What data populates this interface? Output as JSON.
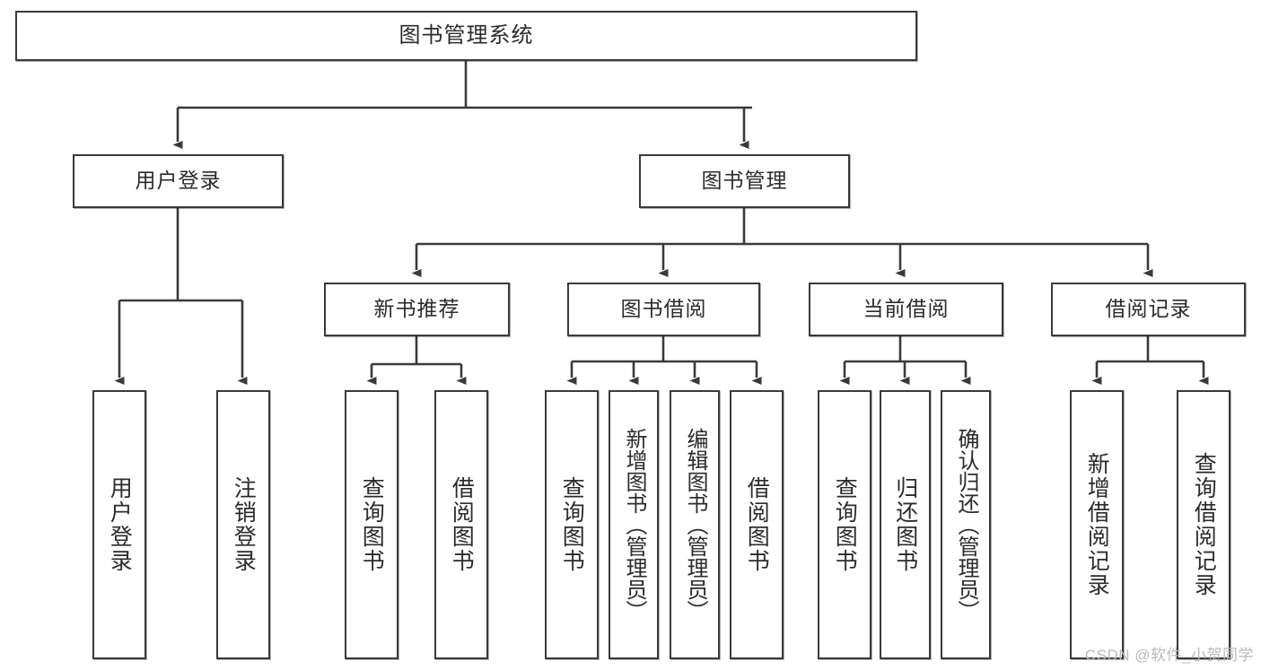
{
  "diagram": {
    "type": "tree-hierarchy",
    "title": "图书管理系统",
    "watermark": "CSDN @软件_小贺同学",
    "colors": {
      "box_border": "#3a3a3a",
      "box_fill": "#ffffff",
      "edge": "#3a3a3a",
      "text": "#2b2b2b",
      "watermark": "#b9b9b9",
      "background": "#ffffff"
    },
    "levels": {
      "root": "图书管理系统",
      "level2": [
        "用户登录",
        "图书管理"
      ],
      "level3": [
        "新书推荐",
        "图书借阅",
        "当前借阅",
        "借阅记录"
      ]
    },
    "nodes": {
      "root": {
        "label": "图书管理系统"
      },
      "user_login": {
        "label": "用户登录"
      },
      "book_manage": {
        "label": "图书管理"
      },
      "new_book_rec": {
        "label": "新书推荐"
      },
      "book_borrow": {
        "label": "图书借阅"
      },
      "current_borrow": {
        "label": "当前借阅"
      },
      "borrow_record": {
        "label": "借阅记录"
      },
      "leaf_user_login": {
        "label": "用户登录"
      },
      "leaf_logout": {
        "label": "注销登录"
      },
      "leaf_query_book_1": {
        "label": "查询图书"
      },
      "leaf_borrow_book_1": {
        "label": "借阅图书"
      },
      "leaf_query_book_2": {
        "label": "查询图书"
      },
      "leaf_add_book_admin": {
        "label": "新增图书（管理员）"
      },
      "leaf_edit_book_admin": {
        "label": "编辑图书（管理员）"
      },
      "leaf_borrow_book_2": {
        "label": "借阅图书"
      },
      "leaf_query_book_3": {
        "label": "查询图书"
      },
      "leaf_return_book": {
        "label": "归还图书"
      },
      "leaf_confirm_return_admin": {
        "label": "确认归还（管理员）"
      },
      "leaf_add_record": {
        "label": "新增借阅记录"
      },
      "leaf_query_record": {
        "label": "查询借阅记录"
      }
    },
    "edges": [
      {
        "from": "root",
        "to": "user_login"
      },
      {
        "from": "root",
        "to": "book_manage"
      },
      {
        "from": "user_login",
        "to": "leaf_user_login"
      },
      {
        "from": "user_login",
        "to": "leaf_logout"
      },
      {
        "from": "book_manage",
        "to": "new_book_rec"
      },
      {
        "from": "book_manage",
        "to": "book_borrow"
      },
      {
        "from": "book_manage",
        "to": "current_borrow"
      },
      {
        "from": "book_manage",
        "to": "borrow_record"
      },
      {
        "from": "new_book_rec",
        "to": "leaf_query_book_1"
      },
      {
        "from": "new_book_rec",
        "to": "leaf_borrow_book_1"
      },
      {
        "from": "book_borrow",
        "to": "leaf_query_book_2"
      },
      {
        "from": "book_borrow",
        "to": "leaf_add_book_admin"
      },
      {
        "from": "book_borrow",
        "to": "leaf_edit_book_admin"
      },
      {
        "from": "book_borrow",
        "to": "leaf_borrow_book_2"
      },
      {
        "from": "current_borrow",
        "to": "leaf_query_book_3"
      },
      {
        "from": "current_borrow",
        "to": "leaf_return_book"
      },
      {
        "from": "current_borrow",
        "to": "leaf_confirm_return_admin"
      },
      {
        "from": "borrow_record",
        "to": "leaf_add_record"
      },
      {
        "from": "borrow_record",
        "to": "leaf_query_record"
      }
    ]
  }
}
